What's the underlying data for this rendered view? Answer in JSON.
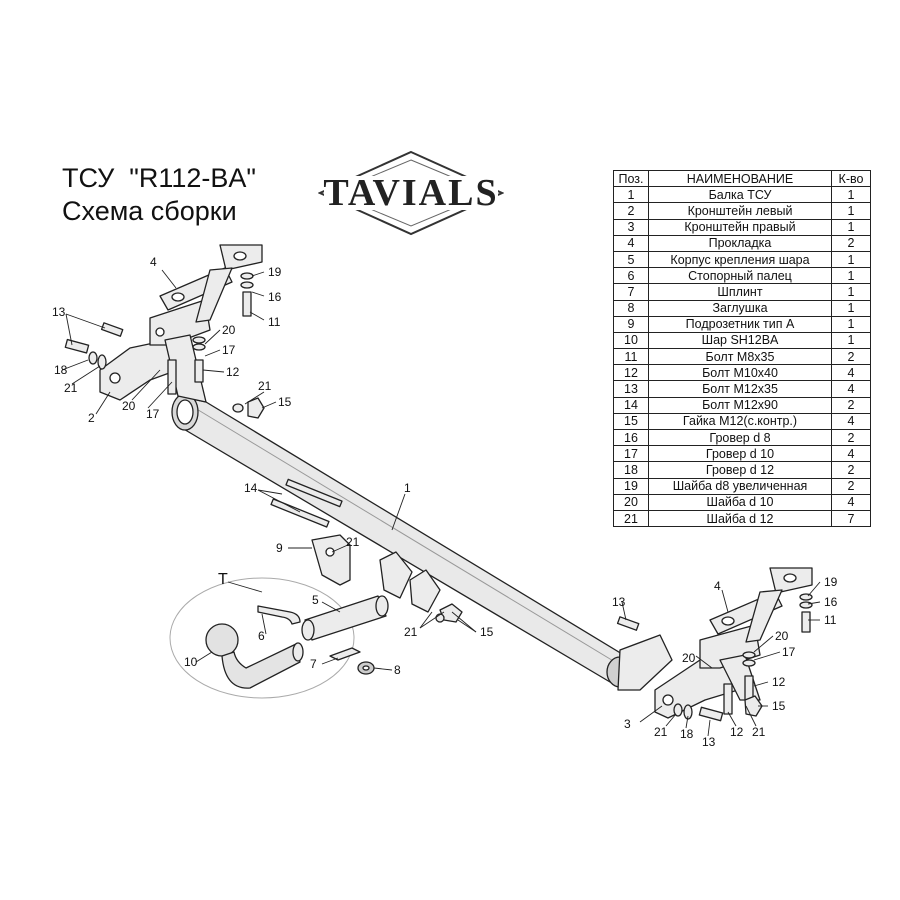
{
  "header": {
    "title": "ТСУ  \"R112-BA\"",
    "subtitle": "Схема сборки",
    "logo_text": "TAVIALS"
  },
  "table": {
    "headers": [
      "Поз.",
      "НАИМЕНОВАНИЕ",
      "К-во"
    ],
    "rows": [
      [
        "1",
        "Балка ТСУ",
        "1"
      ],
      [
        "2",
        "Кронштейн левый",
        "1"
      ],
      [
        "3",
        "Кронштейн правый",
        "1"
      ],
      [
        "4",
        "Прокладка",
        "2"
      ],
      [
        "5",
        "Корпус крепления шара",
        "1"
      ],
      [
        "6",
        "Стопорный палец",
        "1"
      ],
      [
        "7",
        "Шплинт",
        "1"
      ],
      [
        "8",
        "Заглушка",
        "1"
      ],
      [
        "9",
        "Подрозетник тип А",
        "1"
      ],
      [
        "10",
        "Шар SH12BA",
        "1"
      ],
      [
        "11",
        "Болт М8х35",
        "2"
      ],
      [
        "12",
        "Болт М10х40",
        "4"
      ],
      [
        "13",
        "Болт М12х35",
        "4"
      ],
      [
        "14",
        "Болт М12х90",
        "2"
      ],
      [
        "15",
        "Гайка М12(с.контр.)",
        "4"
      ],
      [
        "16",
        "Гровер d 8",
        "2"
      ],
      [
        "17",
        "Гровер d 10",
        "4"
      ],
      [
        "18",
        "Гровер d 12",
        "2"
      ],
      [
        "19",
        "Шайба d8 увеличенная",
        "2"
      ],
      [
        "20",
        "Шайба d 10",
        "4"
      ],
      [
        "21",
        "Шайба d 12",
        "7"
      ]
    ]
  },
  "callouts": {
    "c1": "1",
    "c2": "2",
    "c3": "3",
    "c4a": "4",
    "c4b": "4",
    "c5": "5",
    "c6": "6",
    "c7": "7",
    "c8": "8",
    "c9": "9",
    "c10": "10",
    "c11a": "11",
    "c11b": "11",
    "c12a": "12",
    "c12b": "12",
    "c12c": "12",
    "c13a": "13",
    "c13b": "13",
    "c13c": "13",
    "c14": "14",
    "c15a": "15",
    "c15b": "15",
    "c15c": "15",
    "c16a": "16",
    "c16b": "16",
    "c17a": "17",
    "c17b": "17",
    "c17c": "17",
    "c18a": "18",
    "c18b": "18",
    "c19a": "19",
    "c19b": "19",
    "c20a": "20",
    "c20b": "20",
    "c20c": "20",
    "c21a": "21",
    "c21b": "21",
    "c21c": "21",
    "c21d": "21",
    "c21e": "21",
    "c21f": "21",
    "cT": "T"
  },
  "colors": {
    "line": "#222222",
    "metal": "#e6e6e6",
    "metal_dark": "#b8b8b8"
  }
}
